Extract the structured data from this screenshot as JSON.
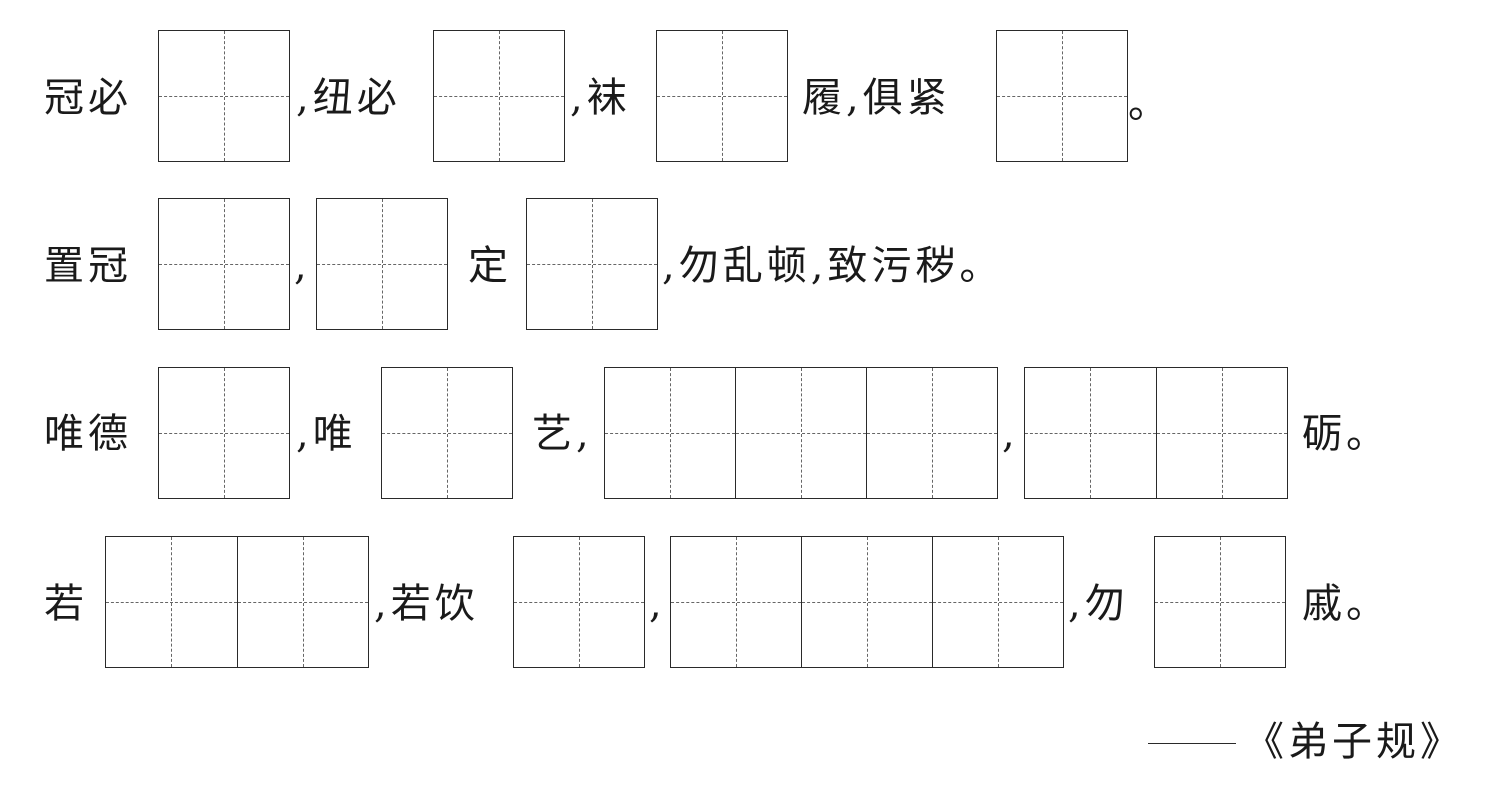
{
  "lines": [
    {
      "segments": [
        {
          "text": "冠必"
        },
        {
          "blank": 1
        },
        {
          "text": ",纽必"
        },
        {
          "blank": 1
        },
        {
          "text": ",袜"
        },
        {
          "blank": 1
        },
        {
          "text": "履,俱紧"
        },
        {
          "blank": 1
        },
        {
          "text": "。"
        }
      ]
    },
    {
      "segments": [
        {
          "text": "置冠"
        },
        {
          "blank": 1
        },
        {
          "text": ","
        },
        {
          "blank": 1
        },
        {
          "text": "定"
        },
        {
          "blank": 1
        },
        {
          "text": ",勿乱顿,致污秽。"
        }
      ]
    },
    {
      "segments": [
        {
          "text": "唯德"
        },
        {
          "blank": 1
        },
        {
          "text": ",唯"
        },
        {
          "blank": 1
        },
        {
          "text": "艺,"
        },
        {
          "blank": 3
        },
        {
          "text": ","
        },
        {
          "blank": 2
        },
        {
          "text": "砺。"
        }
      ]
    },
    {
      "segments": [
        {
          "text": "若"
        },
        {
          "blank": 2
        },
        {
          "text": ",若饮"
        },
        {
          "blank": 1
        },
        {
          "text": ","
        },
        {
          "blank": 3
        },
        {
          "text": ",勿"
        },
        {
          "blank": 1
        },
        {
          "text": "戚。"
        }
      ]
    }
  ],
  "source": {
    "text": "《弟子规》"
  }
}
